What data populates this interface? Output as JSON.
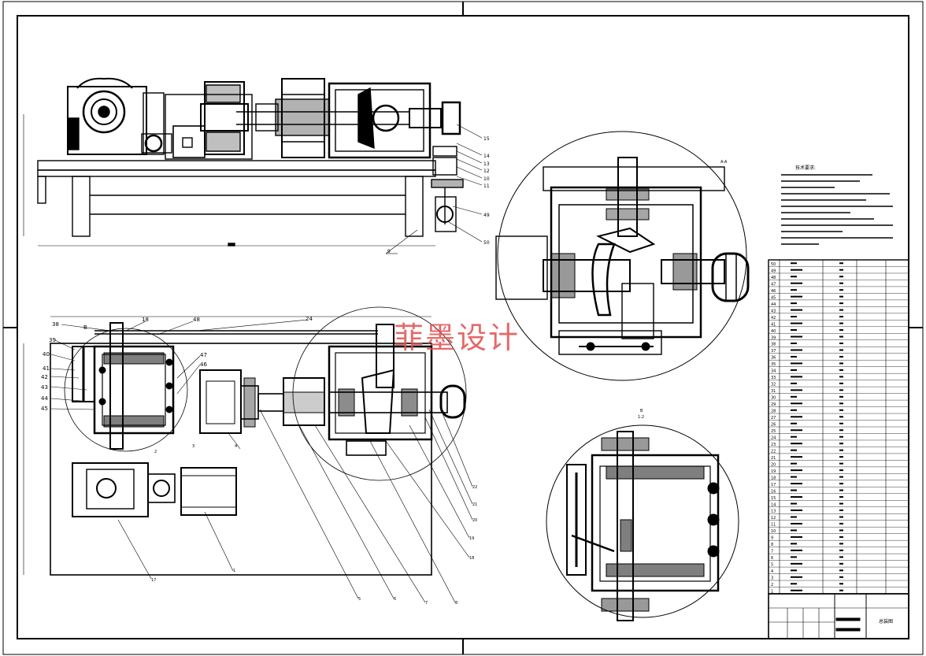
{
  "watermark": "菲墨设计",
  "section_label": "A-A",
  "detail_label": "B",
  "detail_scale": "1:2",
  "title_block": {
    "drawing_title": "总装图"
  },
  "tech_requirements": {
    "heading": "技术要求:"
  },
  "front_view_callouts": [
    "15",
    "14",
    "13",
    "12",
    "10",
    "11",
    "49",
    "50",
    "9"
  ],
  "plan_view_callouts_left": [
    "38",
    "39",
    "40",
    "41",
    "42",
    "43",
    "44",
    "45"
  ],
  "plan_view_callouts_top": [
    "B",
    "18",
    "48",
    "24"
  ],
  "plan_view_callouts_mid": [
    "47",
    "46"
  ],
  "plan_view_callouts_bottom": [
    "1",
    "2",
    "3",
    "4",
    "5",
    "6",
    "7",
    "8",
    "17",
    "18",
    "19",
    "20",
    "21",
    "22"
  ],
  "bom_rows": [
    "50",
    "49",
    "48",
    "47",
    "46",
    "45",
    "44",
    "43",
    "42",
    "41",
    "40",
    "39",
    "38",
    "37",
    "36",
    "35",
    "34",
    "33",
    "32",
    "31",
    "30",
    "29",
    "28",
    "27",
    "26",
    "25",
    "24",
    "23",
    "22",
    "21",
    "20",
    "19",
    "18",
    "17",
    "16",
    "15",
    "14",
    "13",
    "12",
    "11",
    "10",
    "9",
    "8",
    "7",
    "6",
    "5",
    "4",
    "3",
    "2",
    "1"
  ],
  "colors": {
    "line": "#000000",
    "watermark": "#e05050",
    "paper": "#ffffff"
  }
}
